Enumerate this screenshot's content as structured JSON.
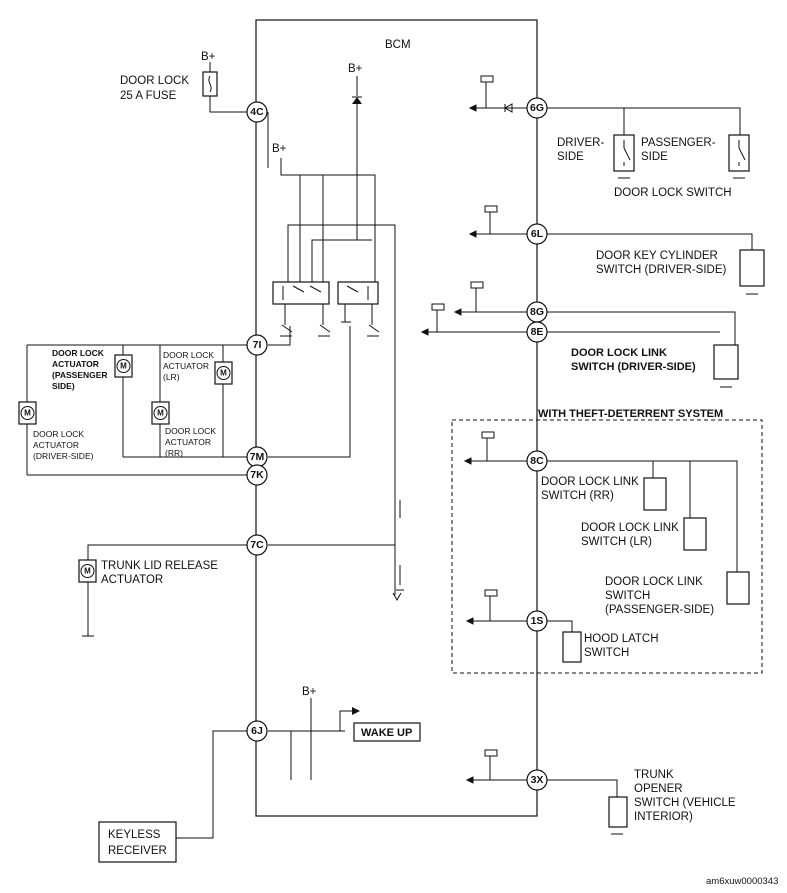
{
  "module": "BCM",
  "supply": "B+",
  "fuse": {
    "line1": "DOOR LOCK",
    "line2": "25 A FUSE"
  },
  "connectors": {
    "c4c": "4C",
    "c6g": "6G",
    "c6l": "6L",
    "c8g": "8G",
    "c8e": "8E",
    "c7i": "7I",
    "c7m": "7M",
    "c7k": "7K",
    "c7c": "7C",
    "c8c": "8C",
    "c1s": "1S",
    "c6j": "6J",
    "c3x": "3X"
  },
  "actuators": {
    "passenger": [
      "DOOR LOCK",
      "ACTUATOR",
      "(PASSENGER",
      "SIDE)"
    ],
    "lr": [
      "DOOR LOCK",
      "ACTUATOR",
      "(LR)"
    ],
    "rr": [
      "DOOR LOCK",
      "ACTUATOR",
      "(RR)"
    ],
    "driver": [
      "DOOR LOCK",
      "ACTUATOR",
      "(DRIVER-SIDE)"
    ],
    "trunk": [
      "TRUNK LID RELEASE",
      "ACTUATOR"
    ]
  },
  "motor_symbol": "M",
  "switches": {
    "driver_side": [
      "DRIVER-",
      "SIDE"
    ],
    "passenger_side": [
      "PASSENGER-",
      "SIDE"
    ],
    "door_lock_switch": "DOOR LOCK SWITCH",
    "key_cylinder": [
      "DOOR KEY CYLINDER",
      "SWITCH (DRIVER-SIDE)"
    ],
    "link_driver": [
      "DOOR LOCK LINK",
      "SWITCH (DRIVER-SIDE)"
    ],
    "link_rr": [
      "DOOR LOCK LINK",
      "SWITCH (RR)"
    ],
    "link_lr": [
      "DOOR LOCK LINK",
      "SWITCH (LR)"
    ],
    "link_passenger": [
      "DOOR LOCK LINK",
      "SWITCH",
      "(PASSENGER-SIDE)"
    ],
    "hood": [
      "HOOD LATCH",
      "SWITCH"
    ],
    "trunk_opener": [
      "TRUNK",
      "OPENER",
      "SWITCH (VEHICLE",
      "INTERIOR)"
    ]
  },
  "theft_group": "WITH THEFT-DETERRENT SYSTEM",
  "wake_up": "WAKE UP",
  "keyless": [
    "KEYLESS",
    "RECEIVER"
  ],
  "figure_id": "am6xuw0000343"
}
